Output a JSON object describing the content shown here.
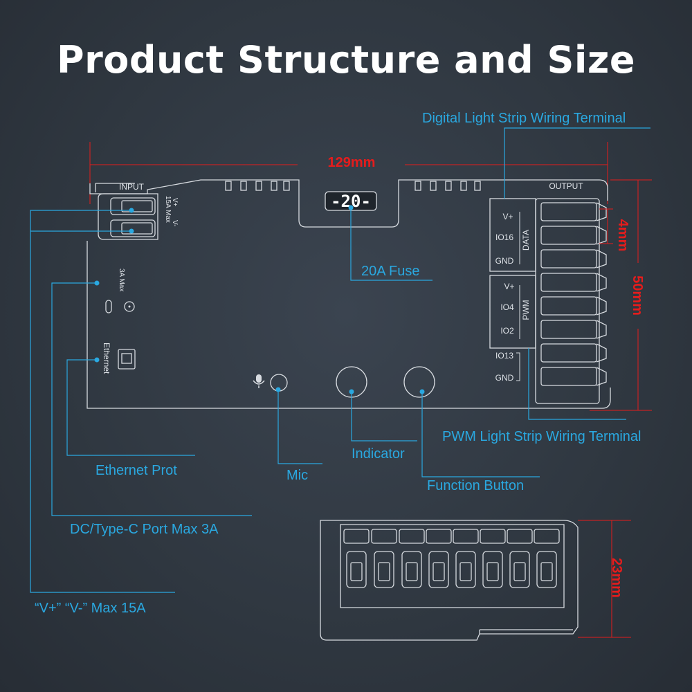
{
  "title": "Product Structure and Size",
  "dimensions": {
    "width": "129mm",
    "height": "50mm",
    "terminal_pitch": "4mm",
    "depth": "23mm"
  },
  "board": {
    "input": "INPUT",
    "output": "OUTPUT",
    "input_rating": "15A Max",
    "v_plus": "V+",
    "v_minus": "V-",
    "dc_rating": "3A Max",
    "ethernet": "Ethernet",
    "fuse_display": "-20-",
    "data_group": "DATA",
    "pwm_group": "PWM",
    "data_pins": [
      "V+",
      "IO16",
      "GND"
    ],
    "pwm_pins": [
      "V+",
      "IO4",
      "IO2",
      "IO13",
      "GND"
    ]
  },
  "callouts": {
    "digital_terminal": "Digital Light  Strip Wiring Terminal",
    "fuse": "20A Fuse",
    "pwm_terminal": "PWM Light  Strip Wiring Terminal",
    "indicator": "Indicator",
    "mic": "Mic",
    "function_button": "Function Button",
    "ethernet_port": "Ethernet Prot",
    "dc_port": "DC/Type-C Port Max 3A",
    "power_input": "“V+” “V-” Max 15A"
  },
  "colors": {
    "background": "#2f3740",
    "callout": "#2aa8e0",
    "dimension": "#e51c1c",
    "outline": "#d7dbe0"
  }
}
